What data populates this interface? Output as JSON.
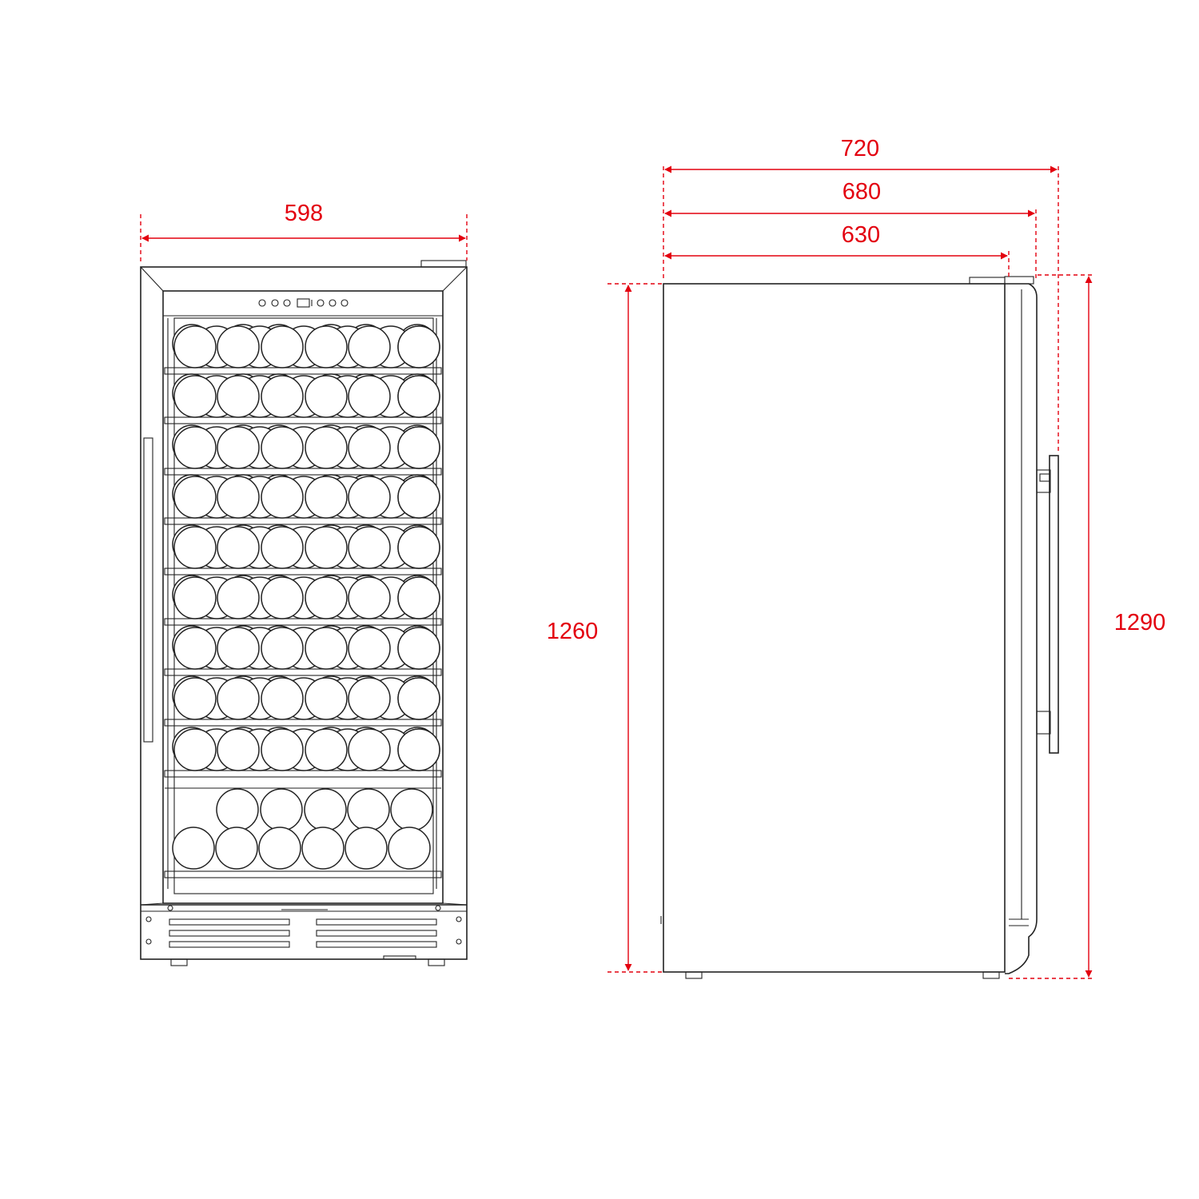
{
  "colors": {
    "dimension": "#e3000f",
    "line": "#222222",
    "background": "#ffffff"
  },
  "dimensions": {
    "front_width": "598",
    "depth_total": "720",
    "depth_door": "680",
    "depth_body": "630",
    "height_body": "1260",
    "height_total": "1290"
  }
}
